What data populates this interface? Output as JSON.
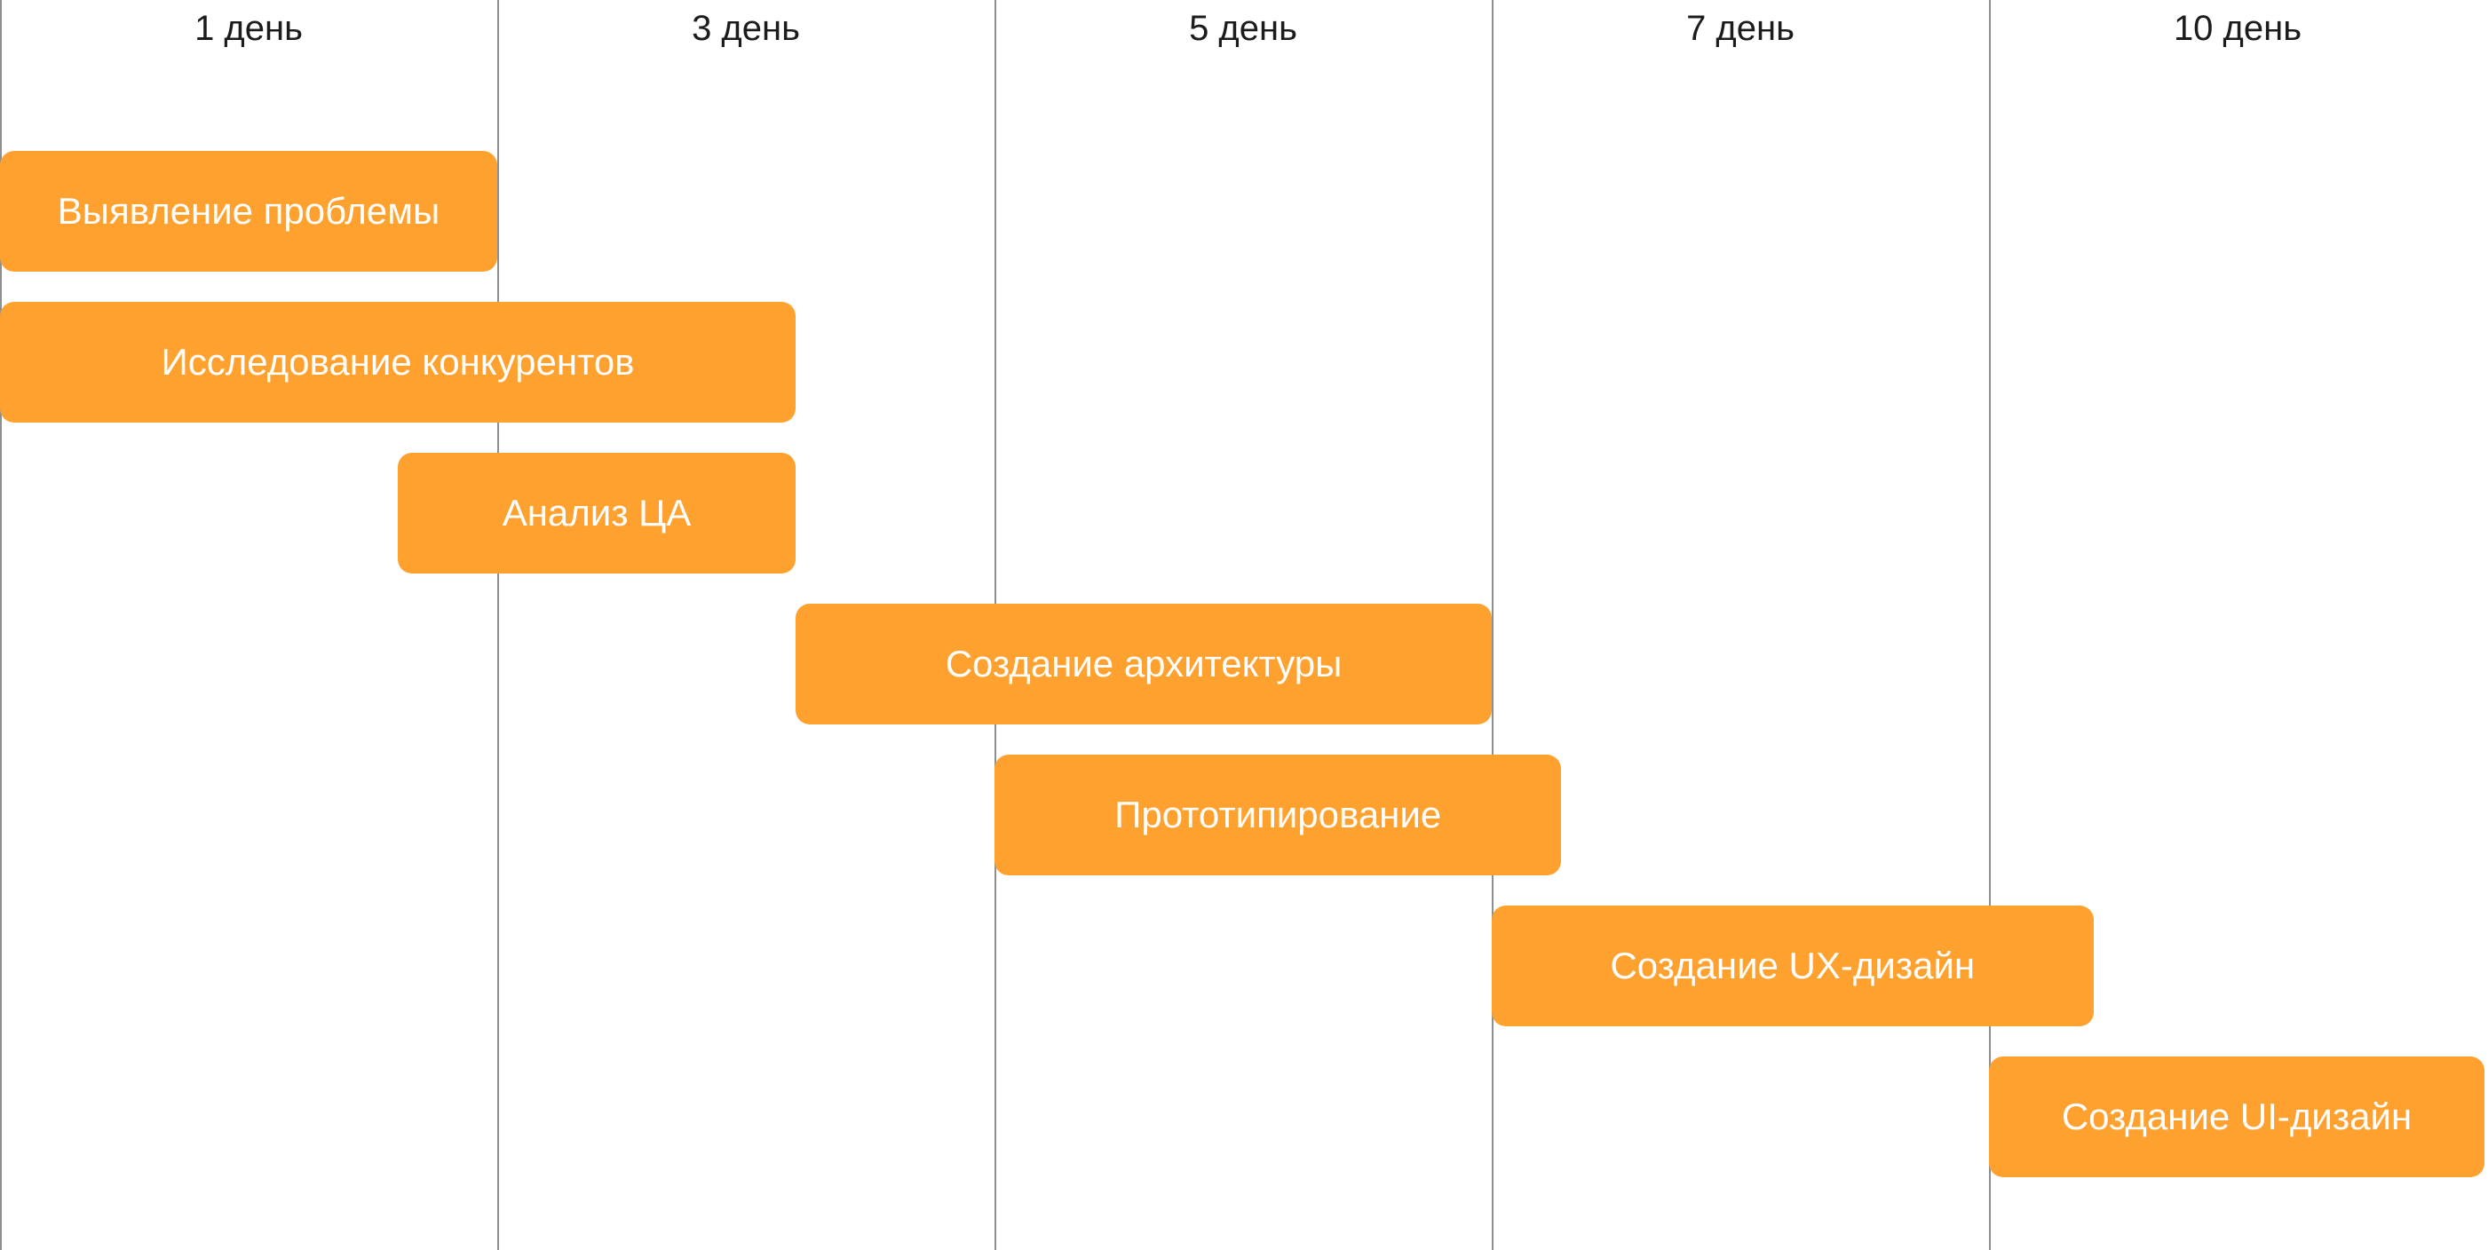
{
  "chart_data": {
    "type": "gantt",
    "columns": [
      "1 день",
      "3 день",
      "5 день",
      "7 день",
      "10 день"
    ],
    "x_domain": [
      0,
      5
    ],
    "tasks": [
      {
        "label": "Выявление проблемы",
        "start": 0.0,
        "end": 1.0
      },
      {
        "label": "Исследование конкурентов",
        "start": 0.0,
        "end": 1.6
      },
      {
        "label": "Анализ ЦА",
        "start": 0.8,
        "end": 1.6
      },
      {
        "label": "Создание архитектуры",
        "start": 1.6,
        "end": 3.0
      },
      {
        "label": "Прототипирование",
        "start": 2.0,
        "end": 3.14
      },
      {
        "label": "Создание UX-дизайн",
        "start": 3.0,
        "end": 4.21
      },
      {
        "label": "Создание UI-дизайн",
        "start": 4.0,
        "end": 5.0
      }
    ],
    "colors": {
      "bar": "#ffa12e",
      "bar_text": "#ffffff",
      "grid": "#8f8f8f",
      "header_text": "#1c1c1c"
    }
  }
}
